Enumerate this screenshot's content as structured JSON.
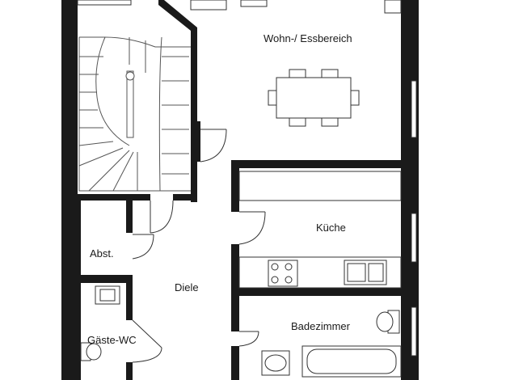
{
  "plan": {
    "rooms": {
      "living": "Wohn-/ Essbereich",
      "kitchen": "Küche",
      "hall": "Diele",
      "storage": "Abst.",
      "bath": "Badezimmer",
      "guest_wc": "Gäste-WC"
    },
    "icons": [
      "staircase-icon",
      "dining-table-icon",
      "stove-icon",
      "sink-icon",
      "toilet-icon",
      "bathtub-icon",
      "washbasin-icon"
    ],
    "colors": {
      "wall": "#1a1a1a",
      "line": "#333333",
      "background": "#ffffff",
      "window": "#ffffff"
    }
  }
}
